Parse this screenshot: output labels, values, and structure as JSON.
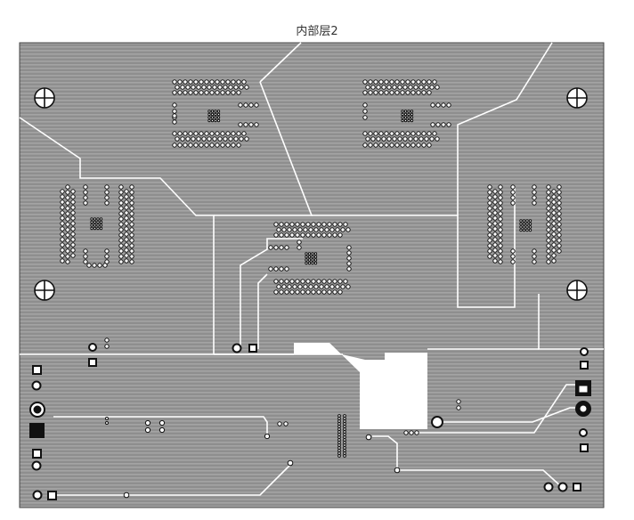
{
  "layer_title": "内部层2",
  "colors": {
    "copper": "#8a8a8a",
    "stripe": "#a0a0a0",
    "clearance": "#ffffff",
    "outline": "#555555",
    "hole": "#111111"
  },
  "icons": {
    "mounting_hole": "crosshair-circle",
    "via": "ring",
    "square_pad": "square-ring"
  }
}
